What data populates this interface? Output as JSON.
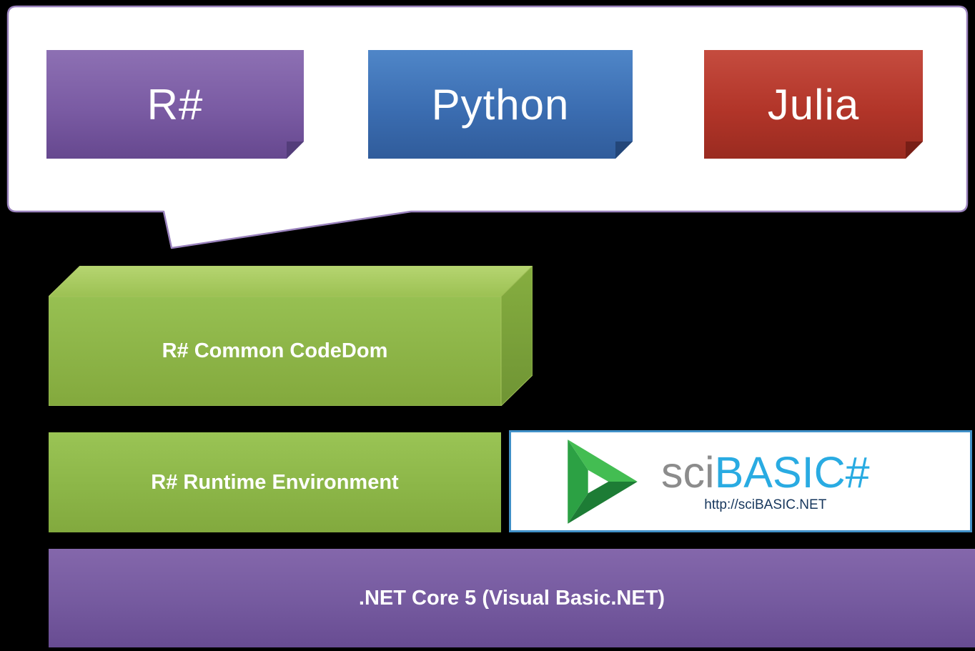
{
  "diagram": {
    "callout": {
      "fill": "#ffffff",
      "outline": "#9a82bd",
      "languages": [
        {
          "label": "R#",
          "color": "#7a5ba3"
        },
        {
          "label": "Python",
          "color": "#3e6fb2"
        },
        {
          "label": "Julia",
          "color": "#b5372b"
        }
      ]
    },
    "codedom_box": {
      "label": "R# Common CodeDom",
      "color": "#8fb94b"
    },
    "runtime_box": {
      "label": "R# Runtime Environment",
      "color": "#8fb94b"
    },
    "scibasic_panel": {
      "logo_icon": "penrose-triangle",
      "logo_green": "#3bb54a",
      "brand_sci": "sci",
      "brand_basic": "BASIC",
      "brand_hash": "#",
      "brand_gray": "#8c8c8c",
      "brand_blue": "#29abe2",
      "url": "http://sciBASIC.NET",
      "url_color": "#16365c",
      "border_color": "#4090c8"
    },
    "dotnet_bar": {
      "label": ".NET Core 5 (Visual Basic.NET)",
      "color": "#7a5ca4"
    }
  }
}
